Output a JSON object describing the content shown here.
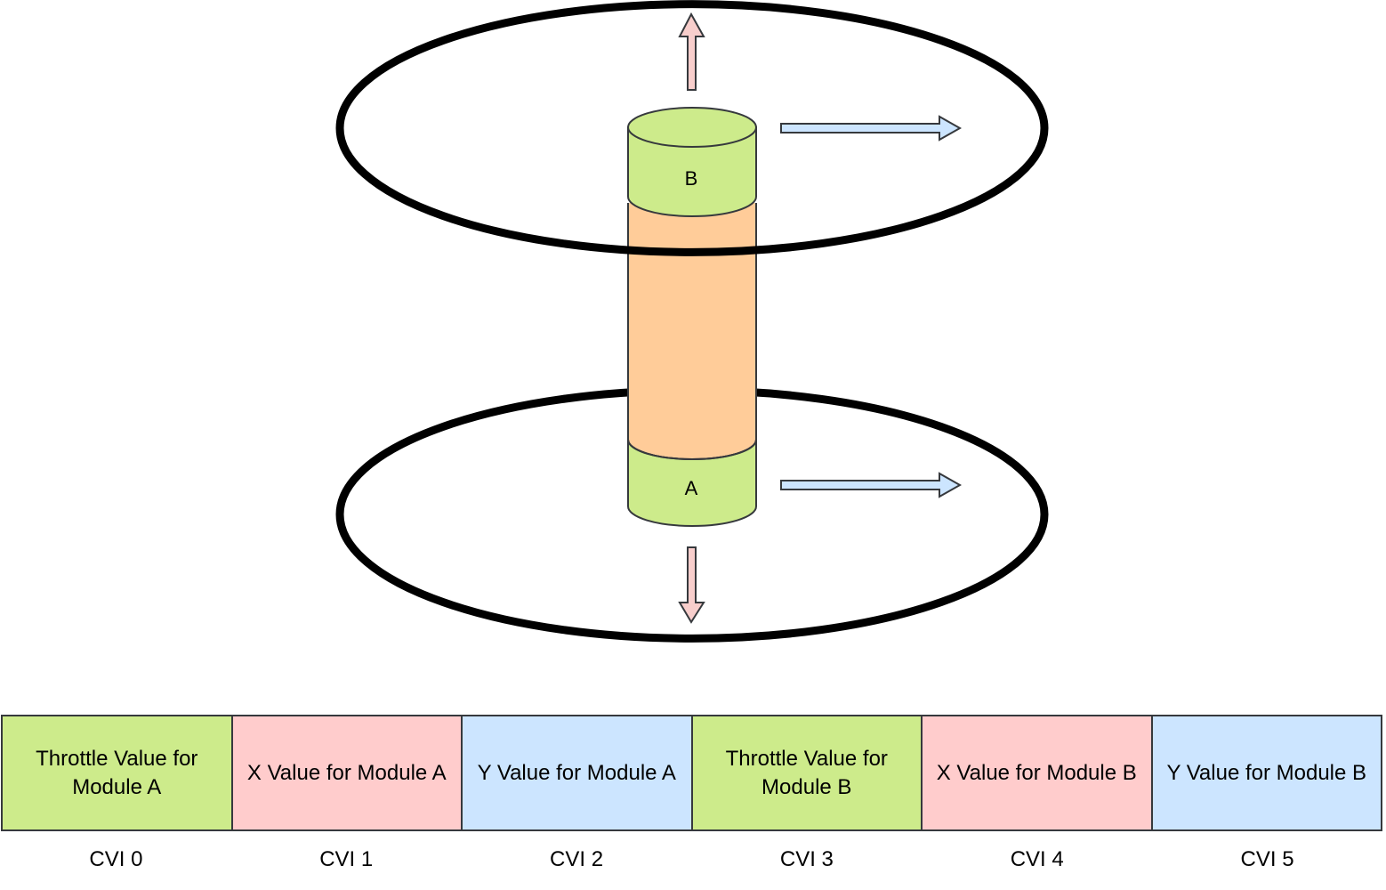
{
  "diagram": {
    "module_b_label": "B",
    "module_a_label": "A",
    "colors": {
      "module_fill": "#cdeb8b",
      "body_fill": "#ffcc99",
      "vertical_arrow_fill": "#f8cecc",
      "horizontal_arrow_fill": "#cce5ff",
      "ring_stroke": "#000000",
      "outline": "#36393d"
    }
  },
  "cvi_table": {
    "cells": [
      {
        "text": "Throttle Value for Module A",
        "color": "#cdeb8b",
        "index_label": "CVI 0"
      },
      {
        "text": "X Value for Module A",
        "color": "#ffcccc",
        "index_label": "CVI 1"
      },
      {
        "text": "Y Value for Module A",
        "color": "#cce5ff",
        "index_label": "CVI 2"
      },
      {
        "text": "Throttle Value for Module B",
        "color": "#cdeb8b",
        "index_label": "CVI 3"
      },
      {
        "text": "X Value for Module B",
        "color": "#ffcccc",
        "index_label": "CVI 4"
      },
      {
        "text": "Y Value for Module B",
        "color": "#cce5ff",
        "index_label": "CVI 5"
      }
    ]
  }
}
